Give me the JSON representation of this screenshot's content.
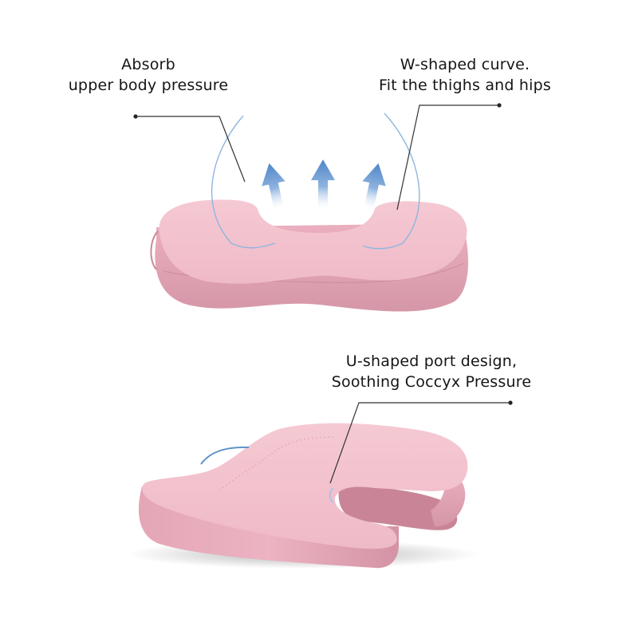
{
  "colors": {
    "background": "#ffffff",
    "text": "#151515",
    "cushion_top": "#f4c6d0",
    "cushion_side": "#e7a9b9",
    "cushion_shadow": "#cf8ea0",
    "arrow_blue": "#4f86c8",
    "arc_blue": "#8fb6e0",
    "leader_line": "#333333"
  },
  "callouts": {
    "absorb": {
      "line1": "Absorb",
      "line2": "upper body pressure"
    },
    "w_shape": {
      "line1": "W-shaped curve.",
      "line2": "Fit the thighs and hips"
    },
    "u_shape": {
      "line1": "U-shaped port design,",
      "line2": "Soothing Coccyx Pressure"
    }
  },
  "figures": {
    "top": {
      "icon": "pink-seat-cushion-front-view",
      "arrows": 3
    },
    "bottom": {
      "icon": "pink-seat-cushion-perspective-view"
    }
  }
}
